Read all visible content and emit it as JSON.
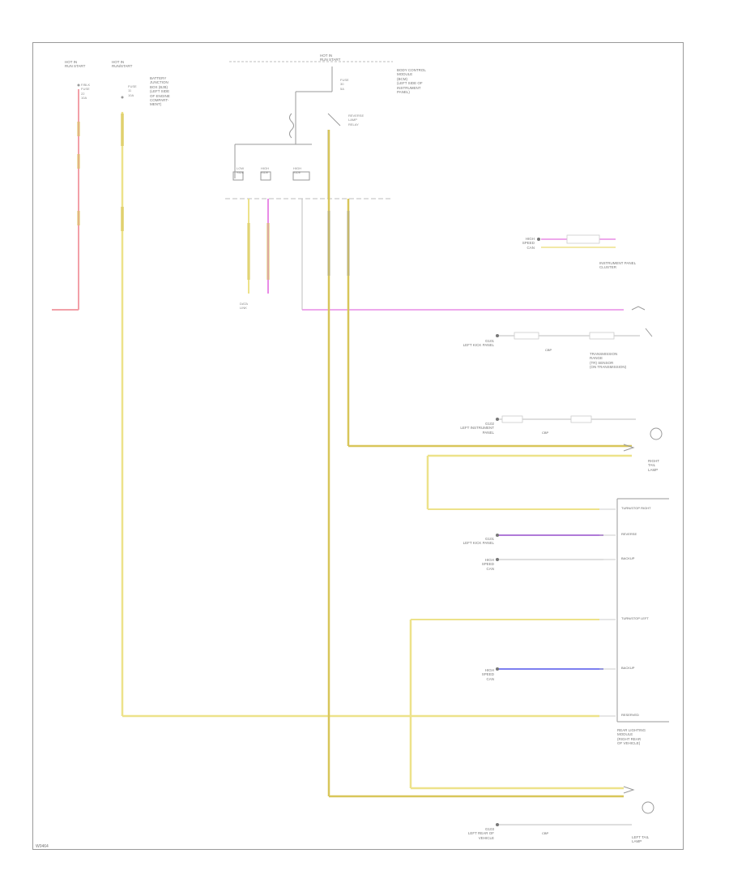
{
  "diagram": {
    "colors": {
      "red": "#f2a0a8",
      "yellow": "#ede28a",
      "yellow_dark": "#d8c65a",
      "pink": "#e98be6",
      "blue": "#7d7ff0",
      "grey": "#bdbdbd",
      "frame": "#9a9a9a"
    },
    "labels": {
      "hot_a": "HOT IN\nRUN START",
      "hot_b": "HOT IN\nRUN/START",
      "hot_c": "HOT IN\nRUN START",
      "fuse_a": "F/BLK\nFUSE\n22\n10A",
      "fuse_b": "FUSE\n11\n10A",
      "fuse_c": "FUSE\n30\n5A",
      "battery_box": "BATTERY\nJUNCTION\nBOX (BJB)\n(LEFT SIDE\nOF ENGINE\nCOMPART-\nMENT)",
      "body_control": "BODY CONTROL\nMODULE\n(BCM)\n(LEFT SIDE OF\nINSTRUMENT\nPANEL)",
      "reverse_relay": "REVERSE\nLAMP\nRELAY",
      "relay_a": "LOW\nSIDE",
      "relay_b": "HIGH\nSIDE",
      "relay_c": "HIGH\nSIDE",
      "dlc": "DATA\nLINK",
      "instrument_cluster": "INSTRUMENT PANEL\nCLUSTER",
      "transmission_sensor": "TRANSMISSION\nRANGE\n(TR) SENSOR\n(ON TRANSMISSION)",
      "right_tail_lamp": "RIGHT\nTAIL\nLAMP",
      "left_tail_lamp": "LEFT TAIL\nLAMP",
      "trailer_module": "REAR LIGHTING\nMODULE\n(RIGHT REAR\nOF VEHICLE)",
      "ground_left": "G101\nLEFT KICK PANEL",
      "ground_right_a": "G102\nLEFT INSTRUMENT\nPANEL",
      "ground_right_b": "G101\nLEFT KICK PANEL",
      "ground_tail": "G103\nLEFT REAR OF\nVEHICLE",
      "ground_lower": "G103\nLEFT REAR OF\nVEHICLE",
      "ground_hs_a": "HIGH\nSPEED\nCAN",
      "ground_hs_b": "HIGH\nSPEED\nCAN",
      "ground_hs_c": "HIGH\nSPEED\nCAN",
      "circuit_a": "CBP",
      "circuit_b": "CBP",
      "circuit_c": "CBP",
      "scale": "W0464"
    },
    "pins": [
      "TURN/STOP RIGHT",
      "REVERSE",
      "BACKUP",
      "TURN/STOP LEFT",
      "BACKUP",
      "RESERVED"
    ]
  }
}
